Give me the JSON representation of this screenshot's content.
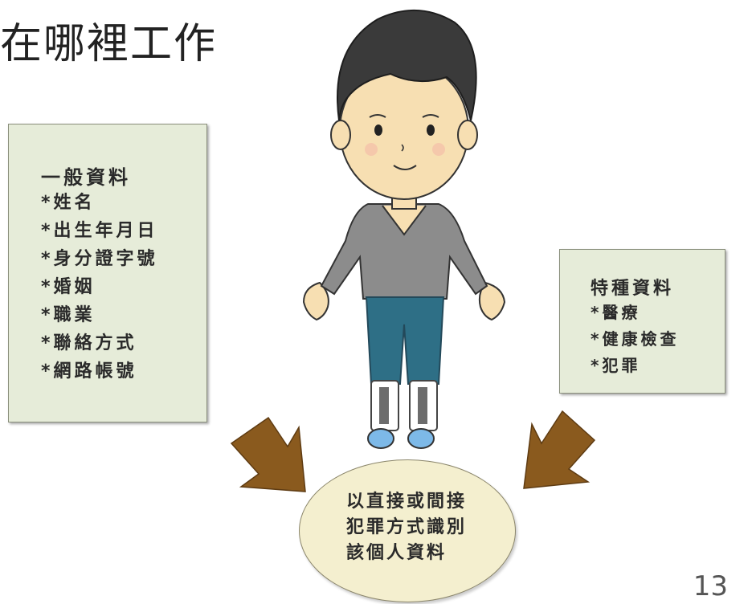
{
  "slide": {
    "title": "在哪裡工作",
    "page_number": "13"
  },
  "general_data": {
    "heading": "一般資料",
    "items": [
      "*姓名",
      "*出生年月日",
      "*身分證字號",
      "*婚姻",
      "*職業",
      "*聯絡方式",
      "*網路帳號"
    ]
  },
  "special_data": {
    "heading": "特種資料",
    "items": [
      "*醫療",
      "*健康檢查",
      "*犯罪"
    ]
  },
  "result": {
    "lines": [
      "以直接或間接",
      "犯罪方式識別",
      "該個人資料"
    ]
  },
  "colors": {
    "box_fill": "#e6ecd9",
    "ellipse_fill": "#f4efcf",
    "arrow": "#8a5a1e",
    "sweater": "#8a8a8a",
    "jeans": "#2e6f86"
  }
}
